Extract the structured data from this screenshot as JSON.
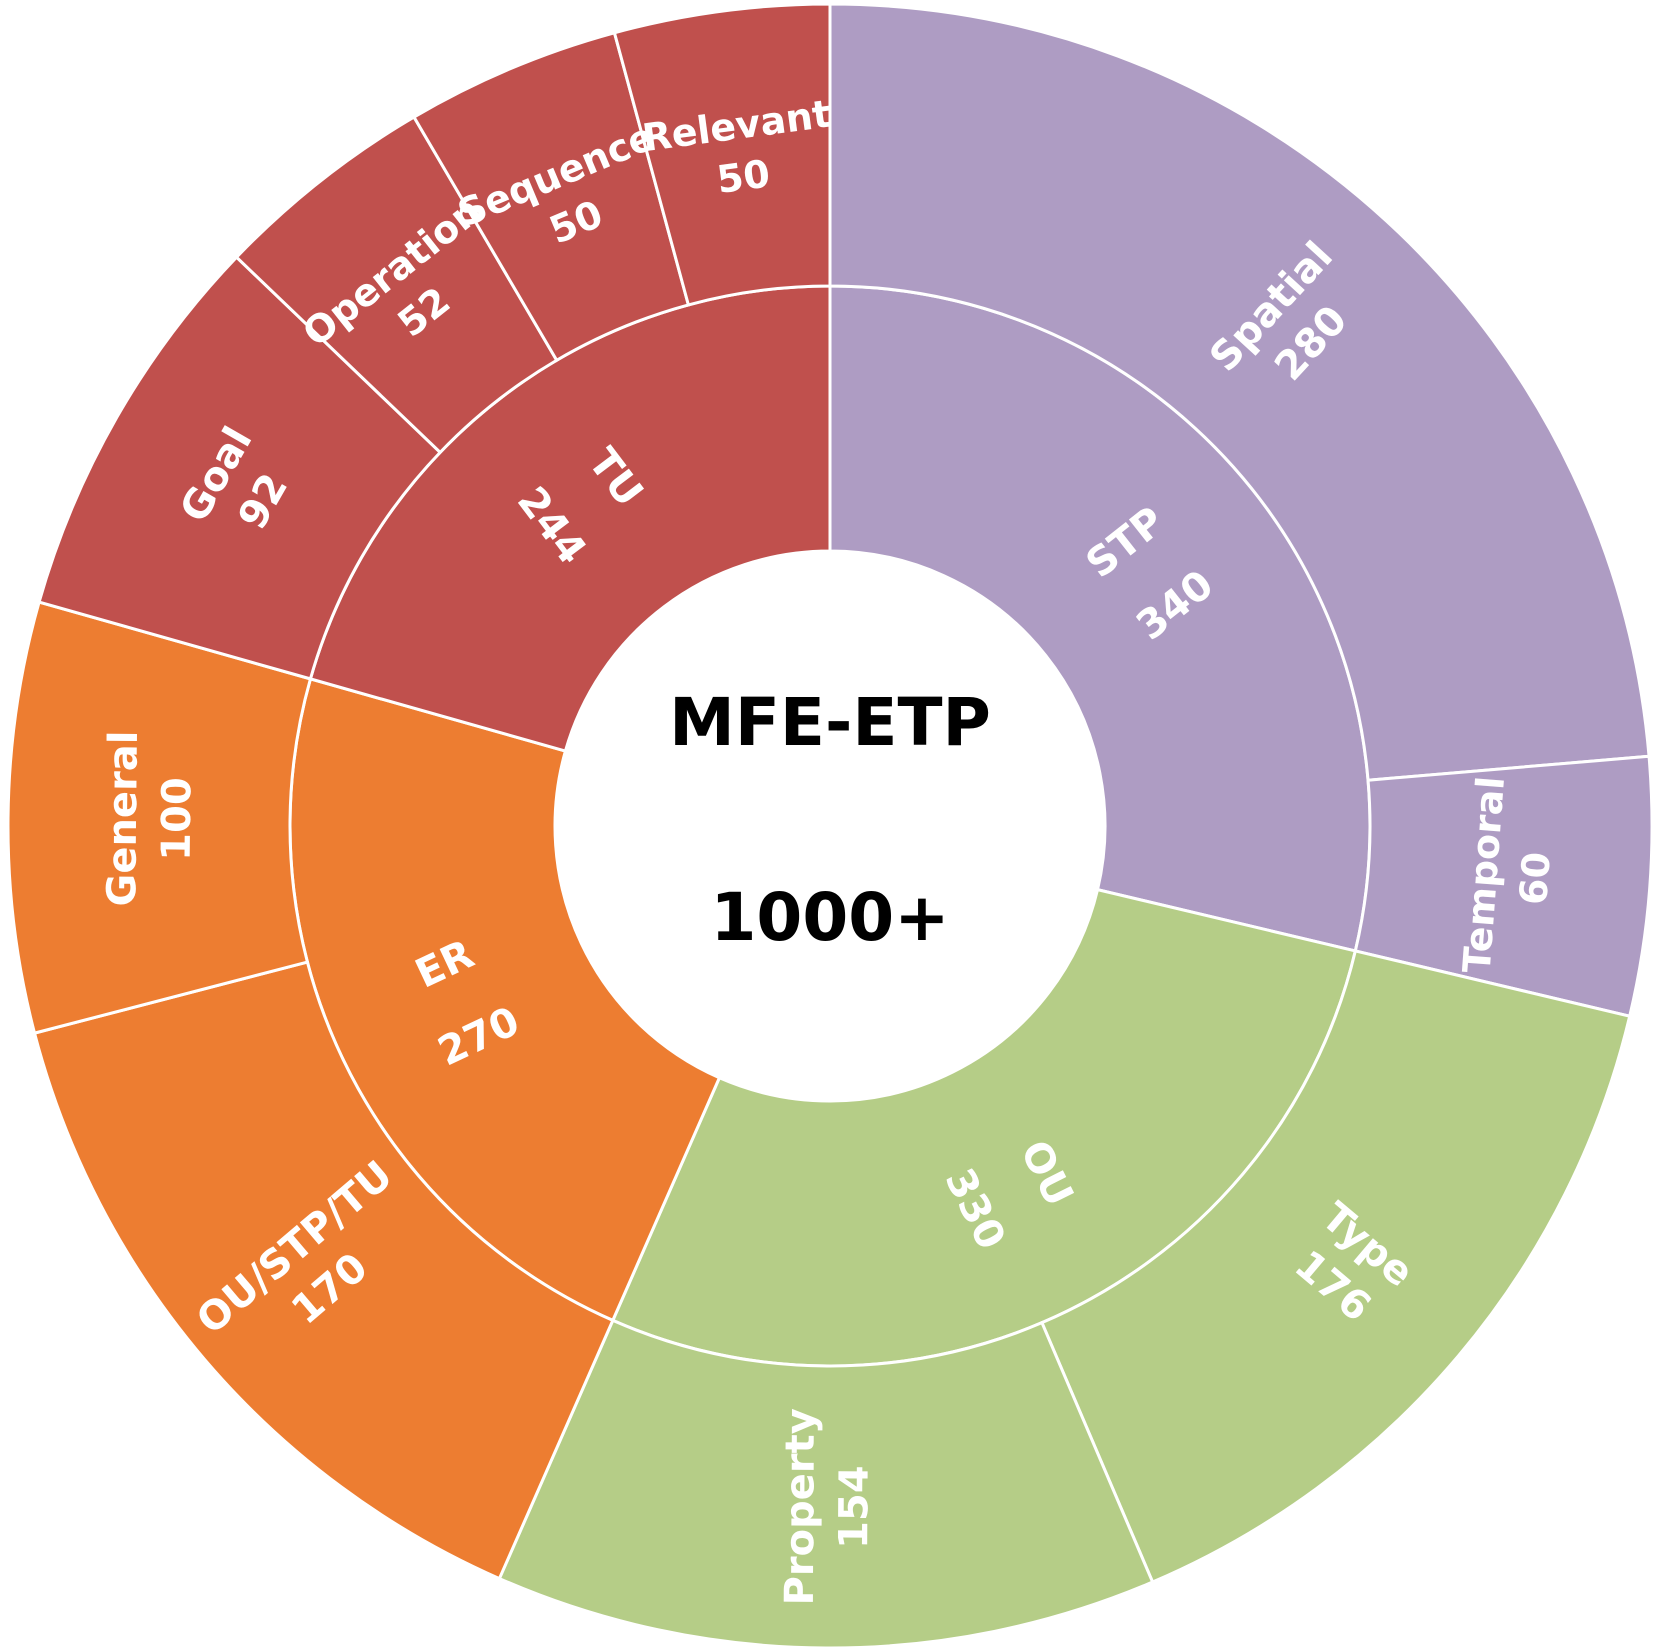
{
  "chart_data": {
    "type": "sunburst",
    "center": {
      "title": "MFE-ETP",
      "total": "1000+"
    },
    "colors": {
      "STP": "#ae9cc3",
      "OU": "#b5cd87",
      "ER": "#ed7d31",
      "TU": "#c0504d",
      "separator": "#ffffff",
      "text": "#ffffff"
    },
    "categories": [
      {
        "name": "STP",
        "value": 340,
        "children": [
          {
            "name": "Spatial",
            "value": 280
          },
          {
            "name": "Temporal",
            "value": 60
          }
        ]
      },
      {
        "name": "OU",
        "value": 330,
        "children": [
          {
            "name": "Type",
            "value": 176
          },
          {
            "name": "Property",
            "value": 154
          }
        ]
      },
      {
        "name": "ER",
        "value": 270,
        "children": [
          {
            "name": "OU/STP/TU",
            "value": 170
          },
          {
            "name": "General",
            "value": 100
          }
        ]
      },
      {
        "name": "TU",
        "value": 244,
        "children": [
          {
            "name": "Goal",
            "value": 92
          },
          {
            "name": "Operation",
            "value": 52
          },
          {
            "name": "Sequence",
            "value": 50
          },
          {
            "name": "Relevant",
            "value": 50
          }
        ]
      }
    ]
  }
}
